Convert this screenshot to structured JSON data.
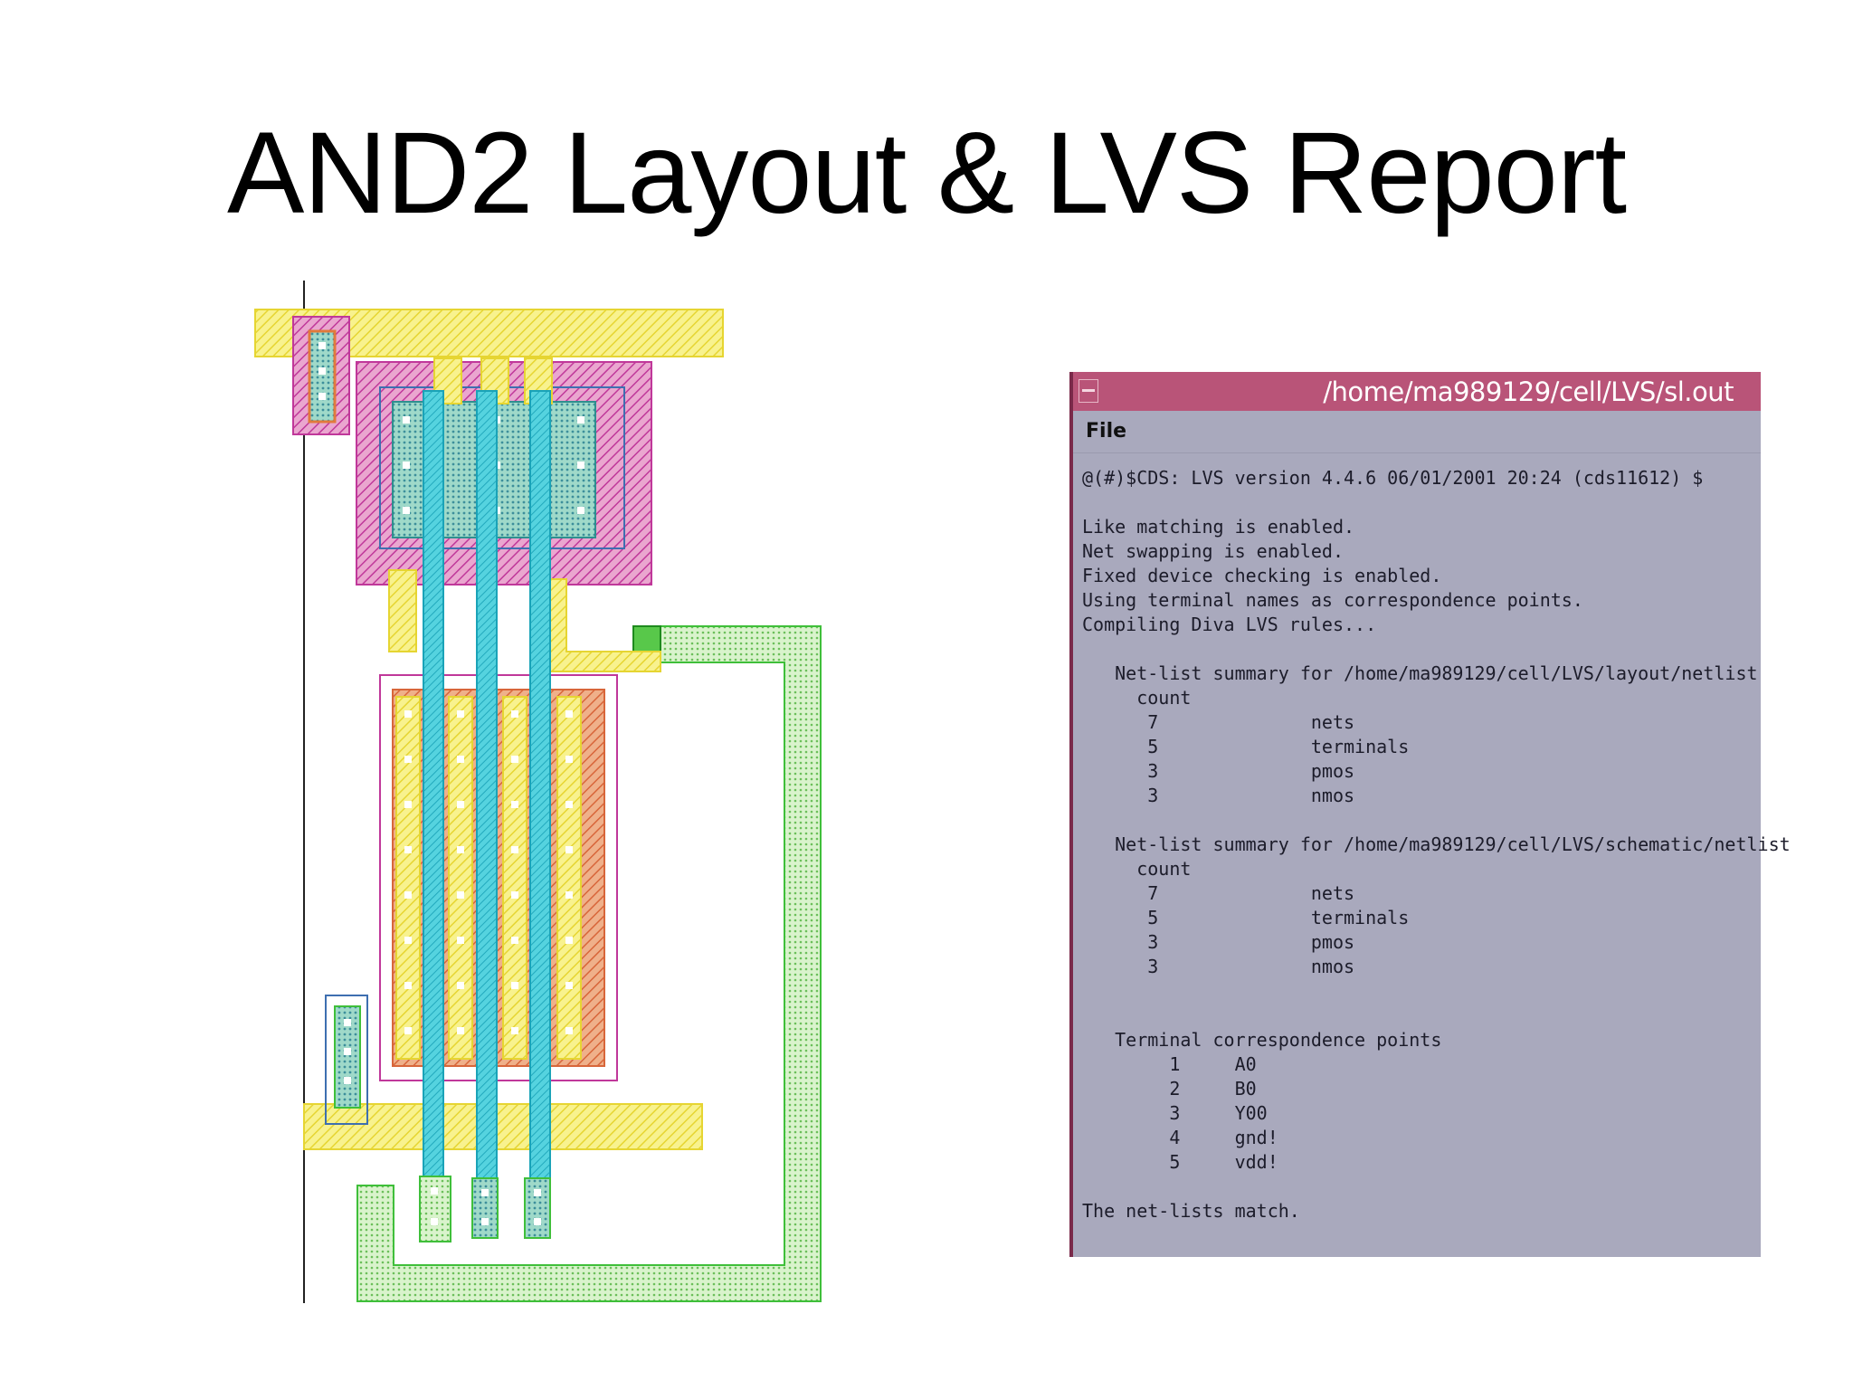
{
  "slide": {
    "title": "AND2 Layout & LVS Report"
  },
  "lvs_window": {
    "title": "/home/ma989129/cell/LVS/sl.out",
    "menu": [
      "File"
    ],
    "output": {
      "version_line": "@(#)$CDS: LVS version 4.4.6 06/01/2001 20:24 (cds11612) $",
      "settings": [
        "Like matching is enabled.",
        "Net swapping is enabled.",
        "Fixed device checking is enabled.",
        "Using terminal names as correspondence points.",
        "Compiling Diva LVS rules..."
      ],
      "layout_summary": {
        "heading": "Net-list summary for /home/ma989129/cell/LVS/layout/netlist",
        "count_label": "count",
        "rows": [
          {
            "count": "7",
            "item": "nets"
          },
          {
            "count": "5",
            "item": "terminals"
          },
          {
            "count": "3",
            "item": "pmos"
          },
          {
            "count": "3",
            "item": "nmos"
          }
        ]
      },
      "schematic_summary": {
        "heading": "Net-list summary for /home/ma989129/cell/LVS/schematic/netlist",
        "count_label": "count",
        "rows": [
          {
            "count": "7",
            "item": "nets"
          },
          {
            "count": "5",
            "item": "terminals"
          },
          {
            "count": "3",
            "item": "pmos"
          },
          {
            "count": "3",
            "item": "nmos"
          }
        ]
      },
      "terminals": {
        "heading": "Terminal correspondence points",
        "rows": [
          {
            "index": "1",
            "name": "A0"
          },
          {
            "index": "2",
            "name": "B0"
          },
          {
            "index": "3",
            "name": "Y00"
          },
          {
            "index": "4",
            "name": "gnd!"
          },
          {
            "index": "5",
            "name": "vdd!"
          }
        ]
      },
      "result": "The net-lists match."
    }
  },
  "colors": {
    "titlebar": "#b95478",
    "window_bg": "#a9a9bd",
    "poly": "#39c7d6",
    "metal1": "#f2e94a",
    "nwell": "#c0389a",
    "diffusion": "#e07a3c",
    "metal2": "#6bd86b",
    "select": "#3e6fb0"
  }
}
